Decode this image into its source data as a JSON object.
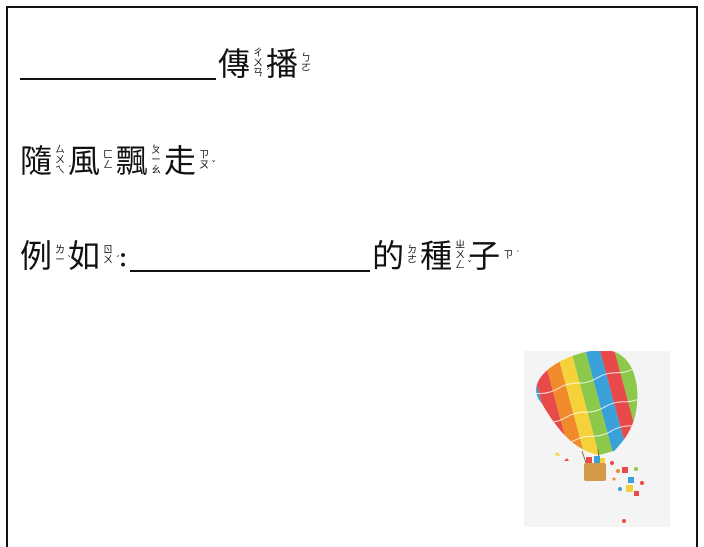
{
  "line1": {
    "units": [
      {
        "char": "傳",
        "zhuyin": "ㄔ\nㄨ\nㄢ",
        "tone": "ˊ"
      },
      {
        "char": "播",
        "zhuyin": "ㄅ\nㄛ",
        "tone": ""
      }
    ]
  },
  "line2": {
    "units": [
      {
        "char": "隨",
        "zhuyin": "ㄙ\nㄨ\nㄟ",
        "tone": "ˊ"
      },
      {
        "char": "風",
        "zhuyin": "ㄈ\nㄥ",
        "tone": ""
      },
      {
        "char": "飄",
        "zhuyin": "ㄆ\nㄧ\nㄠ",
        "tone": ""
      },
      {
        "char": "走",
        "zhuyin": "ㄗ\nㄡ",
        "tone": "ˇ"
      }
    ]
  },
  "line3": {
    "prefix": [
      {
        "char": "例",
        "zhuyin": "ㄌ\nㄧ",
        "tone": "ˋ"
      },
      {
        "char": "如",
        "zhuyin": "ㄖ\nㄨ",
        "tone": "ˊ"
      }
    ],
    "colon": ":",
    "suffix": [
      {
        "char": "的",
        "zhuyin": "ㄉ\nㄜ",
        "tone": "˙"
      },
      {
        "char": "種",
        "zhuyin": "ㄓ\nㄨ\nㄥ",
        "tone": "ˇ"
      },
      {
        "char": "子",
        "zhuyin": "ㄗ",
        "tone": "˙"
      }
    ]
  },
  "colors": {
    "balloon_stripes": [
      "#e84a4a",
      "#f08a2a",
      "#f6d23a",
      "#8cc84a",
      "#3aa0d8",
      "#e84a4a"
    ]
  }
}
